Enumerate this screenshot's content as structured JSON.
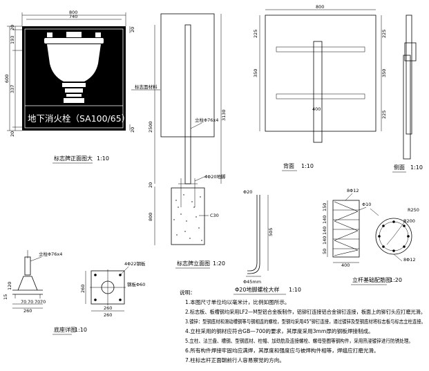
{
  "front_view": {
    "sign_text": "地下消火栓（SA100/65）",
    "dim_top_total": "800",
    "dim_top_inner": "740",
    "dim_left_total": "600",
    "dim_left_parts": [
      "20",
      "193",
      "337",
      "20"
    ],
    "dim_right_parts": [
      "20",
      "20"
    ],
    "caption": "标志牌正面图大",
    "scale": "1:10"
  },
  "elevation": {
    "leader_label": "标志面材料",
    "pole_label": "立柱Φ76x4",
    "dims": [
      "3130",
      "2500",
      "20",
      "800"
    ],
    "bolt_label": "4Φ20地脚",
    "footing_label": "C30",
    "caption": "标志牌立面图",
    "scale": "1:20"
  },
  "back_view": {
    "dim_top": "800",
    "dims_right": [
      "225",
      "350",
      "225"
    ],
    "dims_left": [
      "225",
      "350"
    ],
    "bracket_label": "400",
    "caption": "背面",
    "scale": "1:10"
  },
  "side_view": {
    "caption": "侧面",
    "scale": "1:10"
  },
  "base_detail": {
    "pole_label": "立柱Φ76x4",
    "plate_label": "4Φ22钢板",
    "weld_label": "钢板Φ60",
    "dims_bottom": [
      "70",
      "70",
      "70",
      "70"
    ],
    "dim_total": "260",
    "dims_side": [
      "120",
      "15"
    ],
    "dim_plan_total": "260",
    "dim_plan_side": "260",
    "caption": "底座详图",
    "scale": "1:10"
  },
  "anchor_bolt": {
    "label_top": "Φ20",
    "dim_len": "505",
    "dim_hook": "Φ45mm",
    "caption": "Φ20地脚螺栓大样",
    "scale": "1:10"
  },
  "rebar": {
    "bar_label": "8Φ12",
    "ring_label": "Φ10",
    "radius_a": "R250",
    "radius_b": "R200",
    "bottom_bar": "8Φ12",
    "dims_left": [
      "50",
      "140",
      "140",
      "140",
      "150"
    ],
    "dim_bottom": "400",
    "caption": "立杆基础配筋图",
    "scale": "1:20"
  },
  "notes": {
    "title": "说明：",
    "items": [
      "1.本图尺寸单位均以毫米计，比例如图所示。",
      "2.标志板、板槽钢均采用LF2—M型铝合金板制作，铝铆钉连接铝合金铆钉连接，板面上的铆钉头应打磨光滑。",
      "3.镀锌：型钢底材和滑动槽钢等与钢相连的螺栓，型钢均采用45°铆钉连接，通过镀锌及型钢底材将标志板与标志立柱连接。",
      "4.立柱采用的钢材应符合GB—700的要求，其厚度采用3mm厚的钢板焊接制成。",
      "5.立柱、法兰盘、槽钢、型钢底材、柱帽、加劲肋及连接螺栓、螺母垫圈等钢构件，采用热浸镀锌进行防锈处理。",
      "6.所有构件焊接牢固均应满焊，其厚度和强度应与被焊构件相等，焊缝应打磨光滑。",
      "7.柱标志杆正面朝前行人容易察觉的方向。"
    ]
  }
}
